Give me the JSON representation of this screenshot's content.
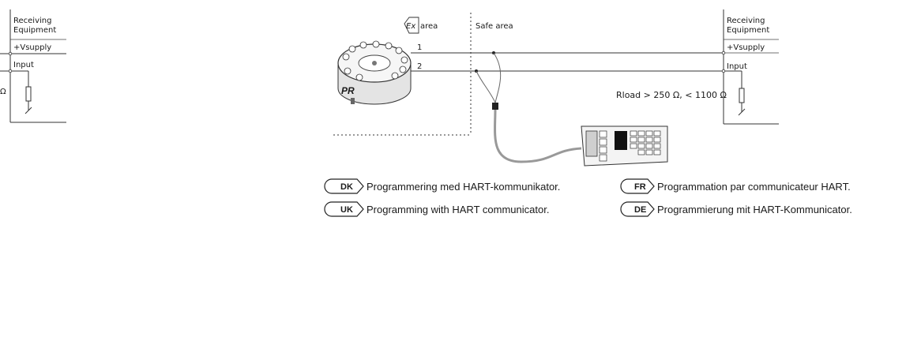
{
  "left_panel": {
    "title_line1": "Receiving",
    "title_line2": "Equipment",
    "supply": "+Vsupply",
    "input": "Input",
    "ohm": "Ω"
  },
  "hazard": {
    "ex_symbol": "Ex",
    "ex_area": "area",
    "safe_area": "Safe area",
    "wire1": "1",
    "wire2": "2",
    "logo": "PR"
  },
  "right_panel": {
    "title_line1": "Receiving",
    "title_line2": "Equipment",
    "supply": "+Vsupply",
    "input": "Input",
    "rload": "Rload > 250 Ω, < 1100 Ω"
  },
  "captions": [
    {
      "code": "DK",
      "text": "Programmering med HART-kommunikator."
    },
    {
      "code": "UK",
      "text": "Programming with HART communicator."
    },
    {
      "code": "FR",
      "text": "Programmation par communicateur HART."
    },
    {
      "code": "DE",
      "text": "Programmierung mit HART-Kommunicator."
    }
  ]
}
